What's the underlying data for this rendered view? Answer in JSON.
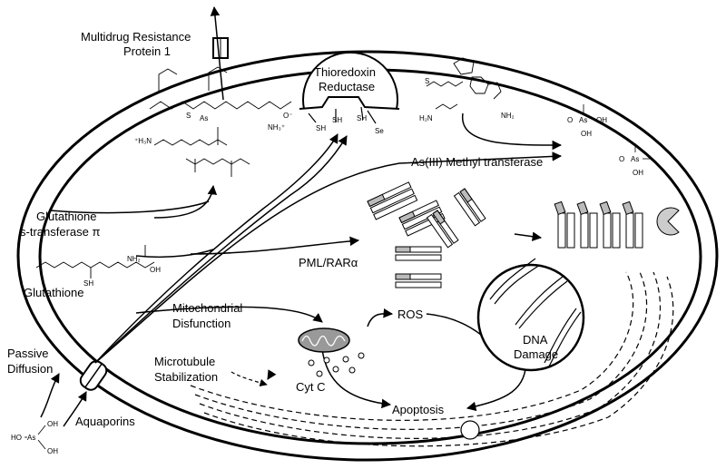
{
  "labels": {
    "mrp_line1": "Multidrug Resistance",
    "mrp_line2": "Protein 1",
    "trx_line1": "Thioredoxin",
    "trx_line2": "Reductase",
    "methyltransferase": "As(III) Methyl transferase",
    "gst_line1": "Glutathione",
    "gst_line2": "s-transferase π",
    "glutathione": "Glutathione",
    "pml": "PML/RARα",
    "mito_line1": "Mitochondrial",
    "mito_line2": "Disfunction",
    "ros": "ROS",
    "dna_line1": "DNA",
    "dna_line2": "Damage",
    "passive_line1": "Passive",
    "passive_line2": "Diffusion",
    "micro_line1": "Microtubule",
    "micro_line2": "Stabilization",
    "cytc": "Cyt C",
    "apoptosis": "Apoptosis",
    "aquaporins": "Aquaporins"
  },
  "chem": {
    "sh": "SH",
    "se": "Se",
    "s": "S",
    "as": "As",
    "oh": "OH",
    "ho": "HO",
    "o": "O",
    "nh2": "NH₂",
    "nh3": "NH₃⁺",
    "n": "N",
    "nh": "NH",
    "h": "H",
    "ominus": "O⁻",
    "h2n": "H₂N",
    "h3n": "⁺H₃N"
  }
}
